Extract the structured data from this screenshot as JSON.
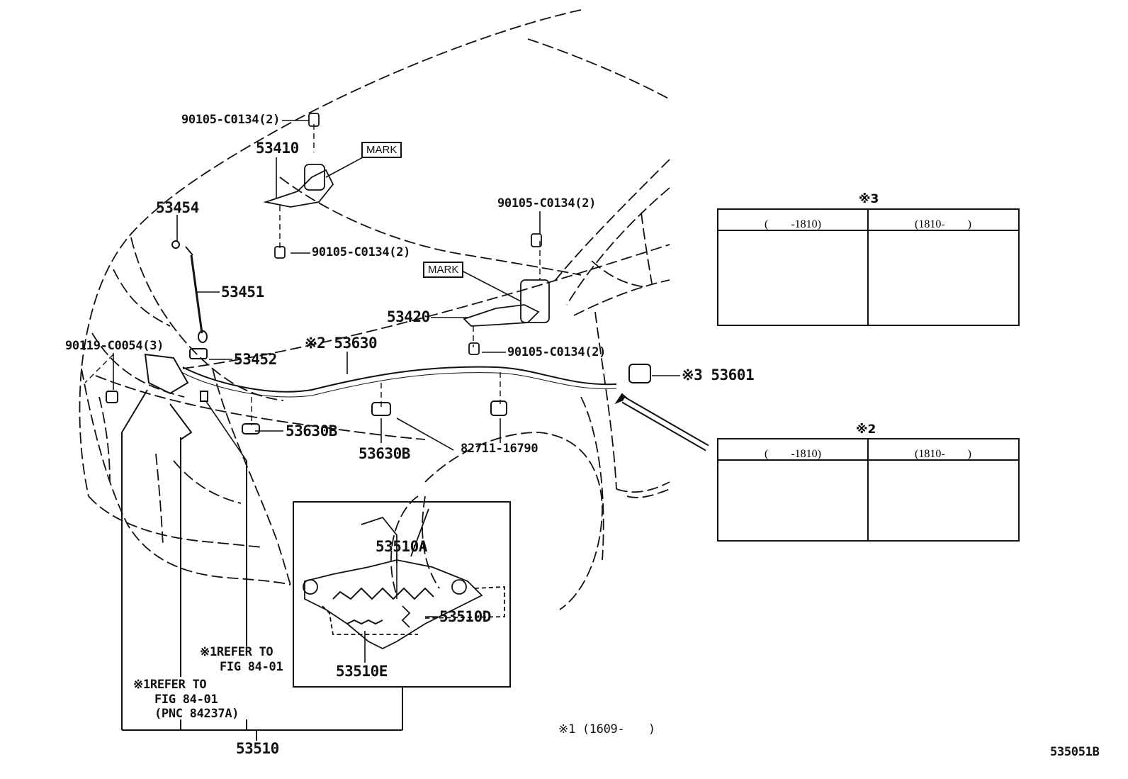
{
  "diagram_id": "535051B",
  "parts": {
    "p_90105_top": "90105-C0134(2)",
    "p_53410": "53410",
    "mark_1": "MARK",
    "p_53454": "53454",
    "p_90105_mid": "90105-C0134(2)",
    "p_90105_right": "90105-C0134(2)",
    "mark_2": "MARK",
    "p_53451": "53451",
    "p_53420": "53420",
    "p_90119": "90119-C0054(3)",
    "p_53630": "※2 53630",
    "p_53452": "53452",
    "p_90105_bot": "90105-C0134(2)",
    "p_53601": "※3 53601",
    "p_53630B_a": "53630B",
    "p_53630B_b": "53630B",
    "p_82711": "82711-16790",
    "p_53510A": "53510A",
    "p_53510D": "53510D",
    "p_53510E": "53510E",
    "p_53510": "53510"
  },
  "notes": {
    "refer_a_line1": "※1REFER TO",
    "refer_a_line2": "FIG 84-01",
    "refer_b_line1": "※1REFER TO",
    "refer_b_line2": "FIG 84-01",
    "refer_b_line3": "(PNC 84237A)",
    "footnote": "※1 (1609-　　)"
  },
  "variant_tables": {
    "t3": {
      "title": "※3",
      "col1": "(　　-1810)",
      "col2": "(1810-　　)"
    },
    "t2": {
      "title": "※2",
      "col1": "(　　-1810)",
      "col2": "(1810-　　)"
    }
  }
}
